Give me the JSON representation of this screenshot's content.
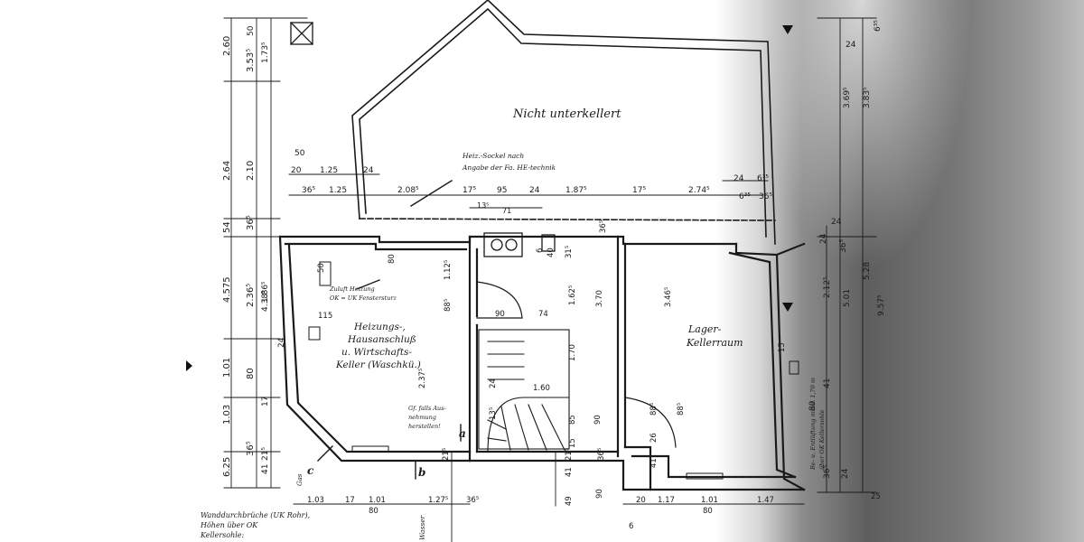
{
  "rooms": {
    "nicht_unterkellert": "Nicht unterkellert",
    "heizung_line1": "Heizungs-,",
    "heizung_line2": "Hausanschluß",
    "heizung_line3": "u. Wirtschafts-",
    "heizung_line4": "Keller (Waschkü.)",
    "lager_line1": "Lager-",
    "lager_line2": "Kellerraum"
  },
  "notes": {
    "sockel_line1": "Heiz.-Sockel nach",
    "sockel_line2": "Angabe der Fa. HE-technik",
    "zuluft_line1": "Zuluft Heizung",
    "zuluft_line2": "OK = UK Fenstersturz",
    "ggf_line1": "Gf. falls Aus-",
    "ggf_line2": "nehmung",
    "ggf_line3": "herstellen!",
    "belueftung_line1": "Be- u. Entlüftung mind. 1,70 m",
    "belueftung_line2": "über OK Kellersohle",
    "wanddurch_line1": "Wanddurchbrüche (UK Rohr),",
    "wanddurch_line2": "Höhen über OK",
    "wanddurch_line3": "Kellersohle:",
    "wasser": "Wasser",
    "gas": "Gas"
  },
  "markers": {
    "a": "a",
    "b": "b",
    "c": "c"
  },
  "dims_left_outer": [
    "2.60",
    "2.64",
    "54",
    "4.575",
    "1.01",
    "1.03",
    "6.25"
  ],
  "dims_left_mid": [
    "3.53⁵",
    "2.10",
    "36⁵",
    "2.36⁵",
    "80",
    "36⁵"
  ],
  "dims_left_inner": [
    "50",
    "1.73⁵",
    "4.38⁵",
    "1.86⁵",
    "24",
    "17",
    "41",
    "21⁵"
  ],
  "dims_row1": [
    "50",
    "20",
    "1.25",
    "24"
  ],
  "dims_row2": [
    "36⁵",
    "1.25",
    "2.08⁵",
    "17⁵",
    "95",
    "24",
    "1.87⁵",
    "17⁵",
    "2.74⁵",
    "6³⁵",
    "36⁵"
  ],
  "dims_row3": [
    "13⁵",
    "71"
  ],
  "dims_row_top_right": [
    "24",
    "6³⁵"
  ],
  "dims_inner": [
    "1.12⁵",
    "88⁵",
    "80",
    "50",
    "115",
    "90",
    "74",
    "1.60",
    "2.37⁵",
    "1.62⁵",
    "3.70",
    "1.70",
    "40",
    "31⁵",
    "6",
    "36⁵",
    "24",
    "13⁵",
    "88⁵",
    "85",
    "15",
    "90",
    "21⁵",
    "41",
    "26",
    "88⁵",
    "3.46⁵",
    "15"
  ],
  "dims_bottom": [
    "1.03",
    "17",
    "1.01",
    "1.27⁵",
    "80",
    "36⁵",
    "49",
    "41",
    "21⁵",
    "36⁵",
    "90",
    "20",
    "1.17",
    "1.01",
    "1.47",
    "80",
    "6",
    "25"
  ],
  "dims_right": [
    "24",
    "3.69⁵",
    "3.83⁵",
    "6³⁵",
    "24",
    "36⁵",
    "24",
    "2.12⁵",
    "5.01",
    "5.28",
    "9.57⁵",
    "36⁵",
    "24",
    "41",
    "80"
  ]
}
